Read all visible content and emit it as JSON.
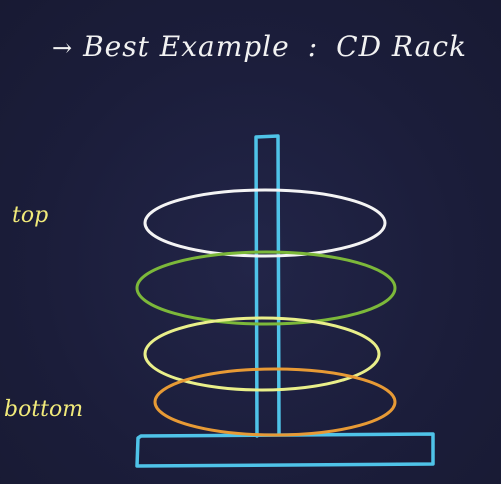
{
  "heading": {
    "arrow": "→",
    "text": "Best Example",
    "separator": ":",
    "subject": "CD Rack"
  },
  "labels": {
    "top": "top",
    "bottom": "bottom"
  },
  "colors": {
    "background": "#1b1d3a",
    "heading": "#f2f2f2",
    "labels": "#f1ea7a",
    "rod": "#4fc3e8",
    "disc_white": "#f4f4f4",
    "disc_green": "#7cb83a",
    "disc_yellow": "#e9ef8a",
    "disc_orange": "#e79a35"
  }
}
